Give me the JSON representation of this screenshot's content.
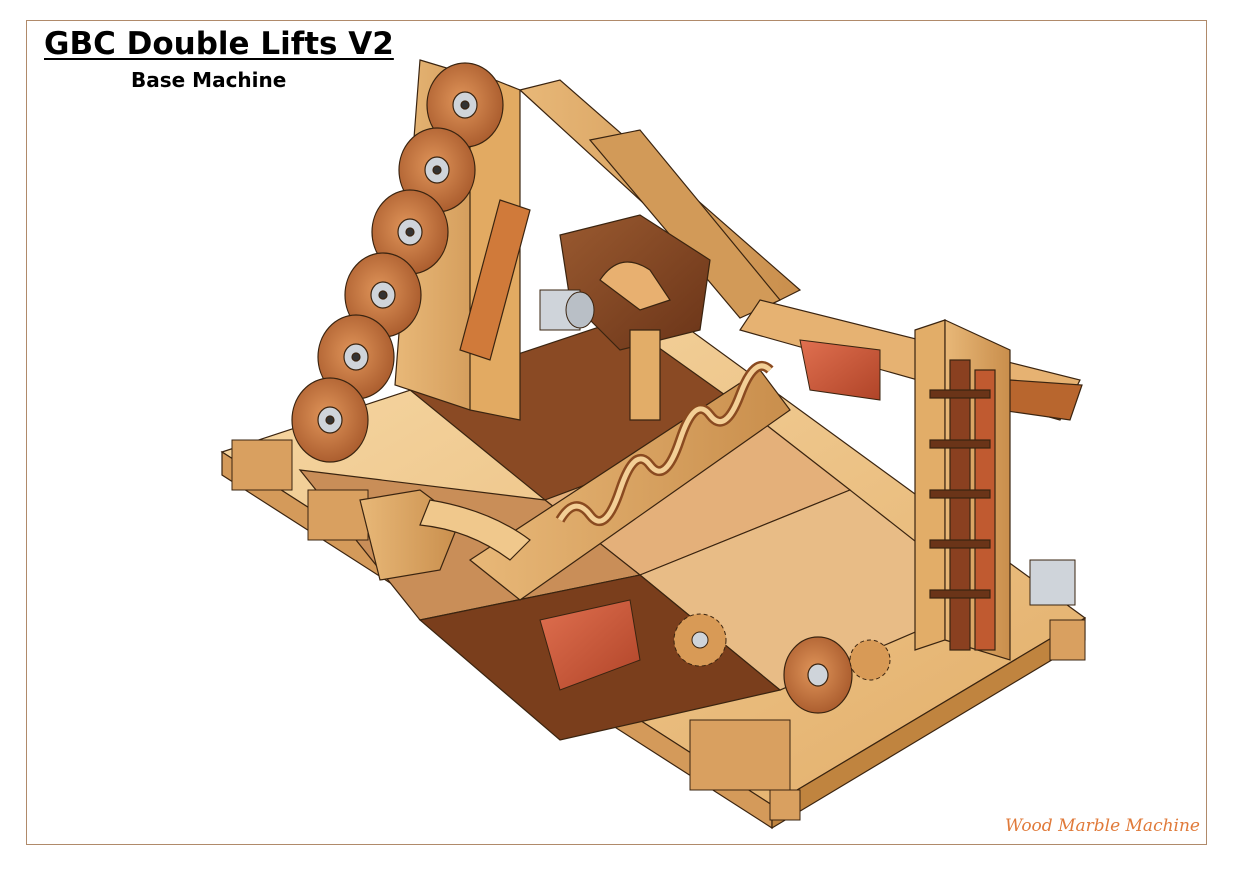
{
  "header": {
    "title": "GBC Double Lifts V2",
    "subtitle": "Base Machine"
  },
  "footer": {
    "credit": "Wood Marble Machine"
  },
  "colors": {
    "frame_border": "#b08a6a",
    "credit_text": "#e07a3a",
    "light_wood": "#f2c98a",
    "mid_wood": "#d9a05a",
    "dark_wood": "#7a3f1e",
    "red_wood": "#c8502e",
    "grey_motor": "#c9cdd2"
  }
}
